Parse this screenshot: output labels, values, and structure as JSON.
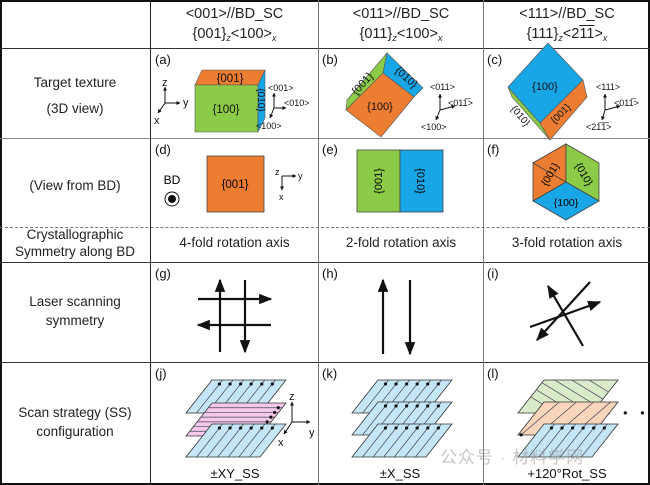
{
  "header": [
    {
      "line1": "<001>//BD_SC",
      "plane": "{001}",
      "plane_sub": "z",
      "dir_pre": "<100>",
      "dir_bar": "",
      "dir_post": "",
      "dir_sub": "x"
    },
    {
      "line1": "<011>//BD_SC",
      "plane": "{011}",
      "plane_sub": "z",
      "dir_pre": "<100>",
      "dir_bar": "",
      "dir_post": "",
      "dir_sub": "x"
    },
    {
      "line1": "<111>//BD_SC",
      "plane": "{111}",
      "plane_sub": "z",
      "dir_pre": "<2",
      "dir_bar": "11",
      "dir_post": ">",
      "dir_sub": "x"
    }
  ],
  "row_labels": {
    "texture_1": "Target texture",
    "texture_2": "(3D view)",
    "view": "(View from BD)",
    "symmetry_1": "Crystallographic",
    "symmetry_2": "Symmetry along BD",
    "laser_1": "Laser scanning",
    "laser_2": "symmetry",
    "scan_1": "Scan strategy (SS)",
    "scan_2": "configuration"
  },
  "panels": [
    "(a)",
    "(b)",
    "(c)",
    "(d)",
    "(e)",
    "(f)",
    "(g)",
    "(h)",
    "(i)",
    "(j)",
    "(k)",
    "(l)"
  ],
  "faces": {
    "f001": "{001}",
    "f100": "{100}",
    "f010": "{010}"
  },
  "axes": {
    "x": "x",
    "y": "y",
    "z": "z",
    "bd": "BD"
  },
  "directions": {
    "a": [
      "<001>",
      "<010>",
      "<100>"
    ],
    "b": [
      "<011>",
      "<011̅>",
      "<100>"
    ],
    "c": [
      "<111>",
      "<011̅>",
      "<21̅1̅>"
    ]
  },
  "symmetry": [
    "4-fold rotation axis",
    "2-fold rotation axis",
    "3-fold rotation axis"
  ],
  "captions": [
    "±XY_SS",
    "±X_SS",
    "+120°Rot_SS"
  ],
  "watermark": "公众号 · 材料学网",
  "colors": {
    "orange": "#ED7D31",
    "green": "#8CCB48",
    "blue": "#18A6E6",
    "layer_blue": "#C5E6F6",
    "layer_pink": "#F5C9EC",
    "layer_green": "#D9EBC9",
    "layer_peach": "#F9D5BC"
  }
}
